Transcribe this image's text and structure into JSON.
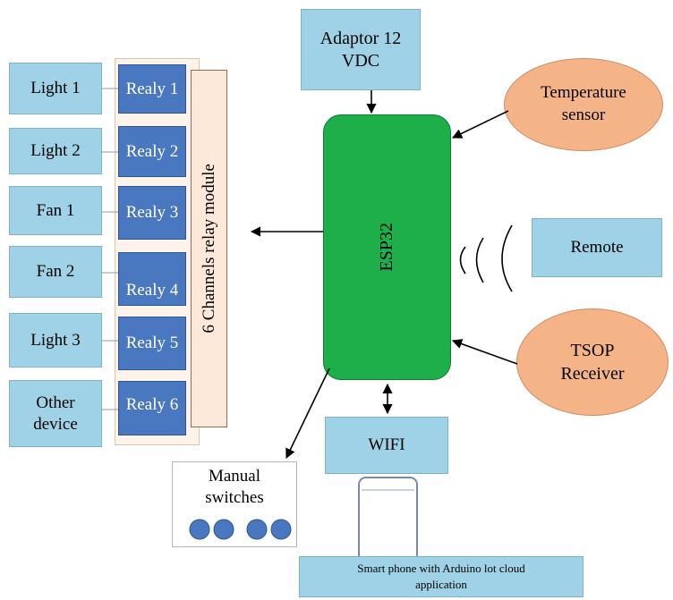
{
  "adaptor": {
    "line1": "Adaptor 12",
    "line2": "VDC"
  },
  "temperature_sensor": {
    "line1": "Temperature",
    "line2": "sensor"
  },
  "esp32": {
    "label": "ESP32"
  },
  "relay_module": {
    "label": "6 Channels relay module"
  },
  "remote": {
    "label": "Remote"
  },
  "tsop": {
    "line1": "TSOP",
    "line2": "Receiver"
  },
  "wifi": {
    "label": "WIFI"
  },
  "manual_switches": {
    "line1": "Manual",
    "line2": "switches"
  },
  "smartphone": {
    "line1": "Smart phone with Arduino lot cloud",
    "line2": "application"
  },
  "devices": [
    {
      "line1": "Light 1",
      "line2": ""
    },
    {
      "line1": "Light 2",
      "line2": ""
    },
    {
      "line1": "Fan 1",
      "line2": ""
    },
    {
      "line1": "Fan 2",
      "line2": ""
    },
    {
      "line1": "Light 3",
      "line2": ""
    },
    {
      "line1": "Other",
      "line2": "device"
    }
  ],
  "relays": [
    "Realy 1",
    "Realy 2",
    "Realy 3",
    "Realy 4",
    "Realy 5",
    "Realy 6"
  ],
  "colors": {
    "light_blue_box": "#9fd2e6",
    "relay_blue": "#4a78c0",
    "esp32_green": "#1eae4a",
    "sensor_orange": "#f5b488",
    "module_beige": "#fde9d9"
  }
}
